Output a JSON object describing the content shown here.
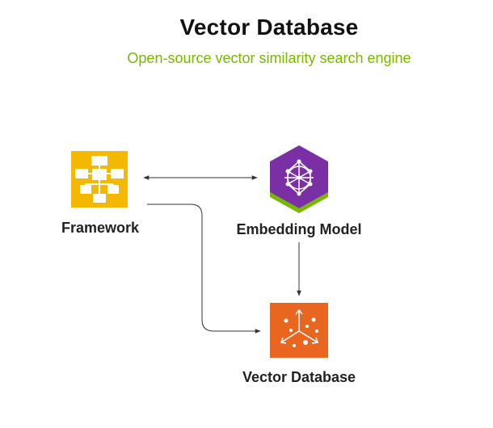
{
  "header": {
    "title": "Vector Database",
    "subtitle": "Open-source vector similarity search engine"
  },
  "nodes": {
    "framework": {
      "label": "Framework",
      "icon": "flowchart-icon",
      "color": "#f5b800"
    },
    "embedding_model": {
      "label": "Embedding Model",
      "icon": "neural-network-icon",
      "color": "#7b2fa5",
      "accent": "#76b900"
    },
    "vector_database": {
      "label": "Vector Database",
      "icon": "vector-space-icon",
      "color": "#e8661f"
    }
  },
  "edges": [
    {
      "from": "framework",
      "to": "embedding_model",
      "direction": "bidirectional"
    },
    {
      "from": "embedding_model",
      "to": "vector_database",
      "direction": "forward"
    },
    {
      "from": "framework",
      "to": "vector_database",
      "direction": "forward"
    }
  ]
}
